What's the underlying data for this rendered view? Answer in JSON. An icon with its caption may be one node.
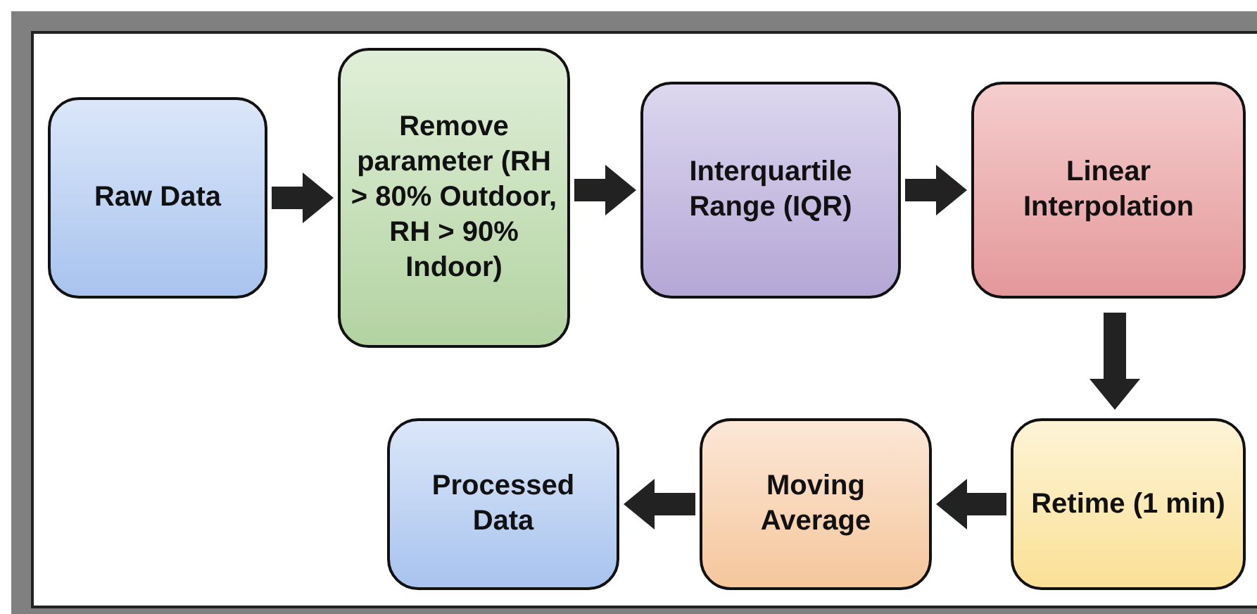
{
  "diagram": {
    "nodes": [
      {
        "text": [
          "Raw Data"
        ]
      },
      {
        "text": [
          "Remove parameter (RH > 80% Outdoor, RH > 90% Indoor)"
        ]
      },
      {
        "text": [
          "Interquartile Range (IQR)"
        ]
      },
      {
        "text": [
          "Linear Interpolation"
        ]
      },
      {
        "text": [
          "Retime (1 min)"
        ]
      },
      {
        "text": [
          "Moving Average"
        ]
      },
      {
        "text": [
          "Processed Data"
        ]
      }
    ],
    "edges": [
      {
        "from": 0,
        "to": 1,
        "arrow": "to"
      },
      {
        "from": 1,
        "to": 2,
        "arrow": "to"
      },
      {
        "from": 2,
        "to": 3,
        "arrow": "to"
      },
      {
        "from": 3,
        "to": 4,
        "arrow": "to"
      },
      {
        "from": 4,
        "to": 5,
        "arrow": "to"
      },
      {
        "from": 5,
        "to": 6,
        "arrow": "to"
      }
    ]
  }
}
